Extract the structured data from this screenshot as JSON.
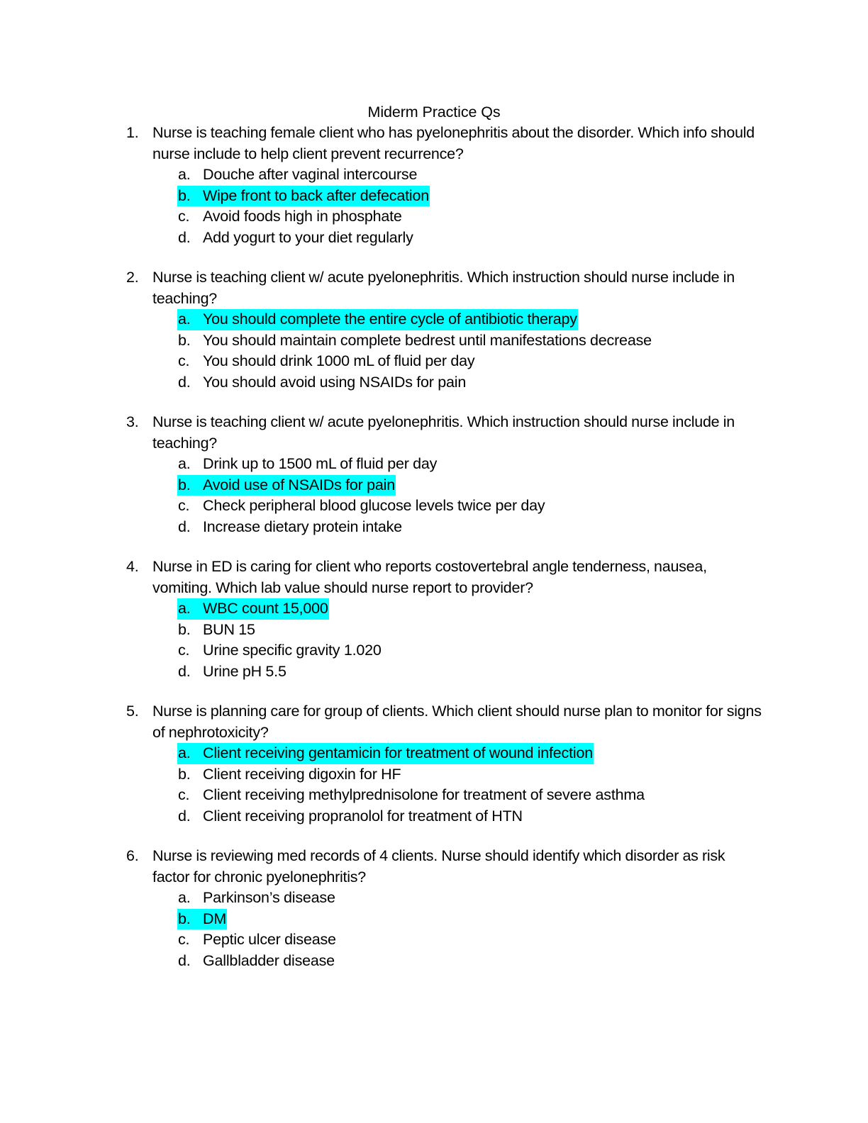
{
  "document": {
    "title": "Miderm Practice Qs",
    "highlight_color": "#00FFFF",
    "text_color": "#000000",
    "background_color": "#FFFFFF"
  },
  "questions": [
    {
      "number": "1.",
      "text": "Nurse is teaching female client who has pyelonephritis about the disorder. Which info should nurse include to help client prevent recurrence?",
      "options": [
        {
          "letter": "a.",
          "text": "Douche after vaginal intercourse",
          "highlighted": false
        },
        {
          "letter": "b.",
          "text": "Wipe front to back after defecation",
          "highlighted": true
        },
        {
          "letter": "c.",
          "text": "Avoid foods high in phosphate",
          "highlighted": false
        },
        {
          "letter": "d.",
          "text": "Add yogurt to your diet regularly",
          "highlighted": false
        }
      ]
    },
    {
      "number": "2.",
      "text": "Nurse is teaching client w/ acute pyelonephritis. Which instruction should nurse include in teaching?",
      "options": [
        {
          "letter": "a.",
          "text": "You should complete the entire cycle of antibiotic therapy",
          "highlighted": true
        },
        {
          "letter": "b.",
          "text": "You should maintain complete bedrest until manifestations decrease",
          "highlighted": false
        },
        {
          "letter": "c.",
          "text": "You should drink 1000 mL of fluid per day",
          "highlighted": false
        },
        {
          "letter": "d.",
          "text": "You should avoid using NSAIDs for pain",
          "highlighted": false
        }
      ]
    },
    {
      "number": "3.",
      "text": "Nurse is teaching client w/ acute pyelonephritis. Which instruction should nurse include in teaching?",
      "options": [
        {
          "letter": "a.",
          "text": "Drink up to 1500 mL of fluid per day",
          "highlighted": false
        },
        {
          "letter": "b.",
          "text": "Avoid use of NSAIDs for pain",
          "highlighted": true
        },
        {
          "letter": "c.",
          "text": "Check peripheral blood glucose levels twice per day",
          "highlighted": false
        },
        {
          "letter": "d.",
          "text": "Increase dietary protein intake",
          "highlighted": false
        }
      ]
    },
    {
      "number": "4.",
      "text": "Nurse in ED is caring for client who reports costovertebral angle tenderness, nausea, vomiting. Which lab value should nurse report to provider?",
      "options": [
        {
          "letter": "a.",
          "text": "WBC count 15,000",
          "highlighted": true
        },
        {
          "letter": "b.",
          "text": "BUN 15",
          "highlighted": false
        },
        {
          "letter": "c.",
          "text": "Urine specific gravity 1.020",
          "highlighted": false
        },
        {
          "letter": "d.",
          "text": "Urine pH 5.5",
          "highlighted": false
        }
      ]
    },
    {
      "number": "5.",
      "text": "Nurse is planning care for group of clients. Which client should nurse plan to monitor for signs of nephrotoxicity?",
      "options": [
        {
          "letter": "a.",
          "text": "Client receiving gentamicin for treatment of wound infection",
          "highlighted": true
        },
        {
          "letter": "b.",
          "text": "Client receiving digoxin for HF",
          "highlighted": false
        },
        {
          "letter": "c.",
          "text": "Client receiving methylprednisolone for treatment of severe asthma",
          "highlighted": false
        },
        {
          "letter": "d.",
          "text": "Client receiving propranolol for treatment of HTN",
          "highlighted": false
        }
      ]
    },
    {
      "number": "6.",
      "text": "Nurse is reviewing med records of 4 clients. Nurse should identify which disorder as risk factor for chronic pyelonephritis?",
      "options": [
        {
          "letter": "a.",
          "text": "Parkinson’s disease",
          "highlighted": false
        },
        {
          "letter": "b.",
          "text": "DM",
          "highlighted": true
        },
        {
          "letter": "c.",
          "text": "Peptic ulcer disease",
          "highlighted": false
        },
        {
          "letter": "d.",
          "text": "Gallbladder disease",
          "highlighted": false
        }
      ]
    }
  ]
}
